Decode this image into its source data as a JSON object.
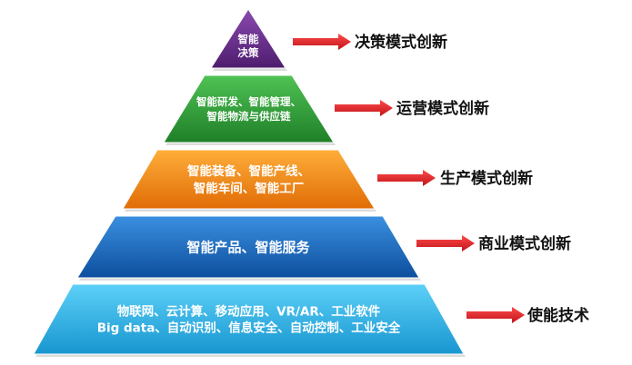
{
  "colors": {
    "tier1": "#6a2b8f",
    "tier2": "#31a23a",
    "tier3": "#f08b16",
    "tier4": "#1c6ec3",
    "tier5": "#36b5ea",
    "arrow": "#e32226",
    "label": "#111111"
  },
  "tiers": [
    {
      "lines": [
        "智能",
        "决策"
      ],
      "right_label": "决策模式创新"
    },
    {
      "lines": [
        "智能研发、智能管理、",
        "智能物流与供应链"
      ],
      "right_label": "运营模式创新"
    },
    {
      "lines": [
        "智能装备、智能产线、",
        "智能车间、智能工厂"
      ],
      "right_label": "生产模式创新"
    },
    {
      "lines": [
        "智能产品、智能服务"
      ],
      "right_label": "商业模式创新"
    },
    {
      "lines": [
        "物联网、云计算、移动应用、VR/AR、工业软件",
        "Big data、自动识别、信息安全、自动控制、工业安全"
      ],
      "right_label": "使能技术"
    }
  ],
  "arrow_icon": "right-arrow-icon"
}
